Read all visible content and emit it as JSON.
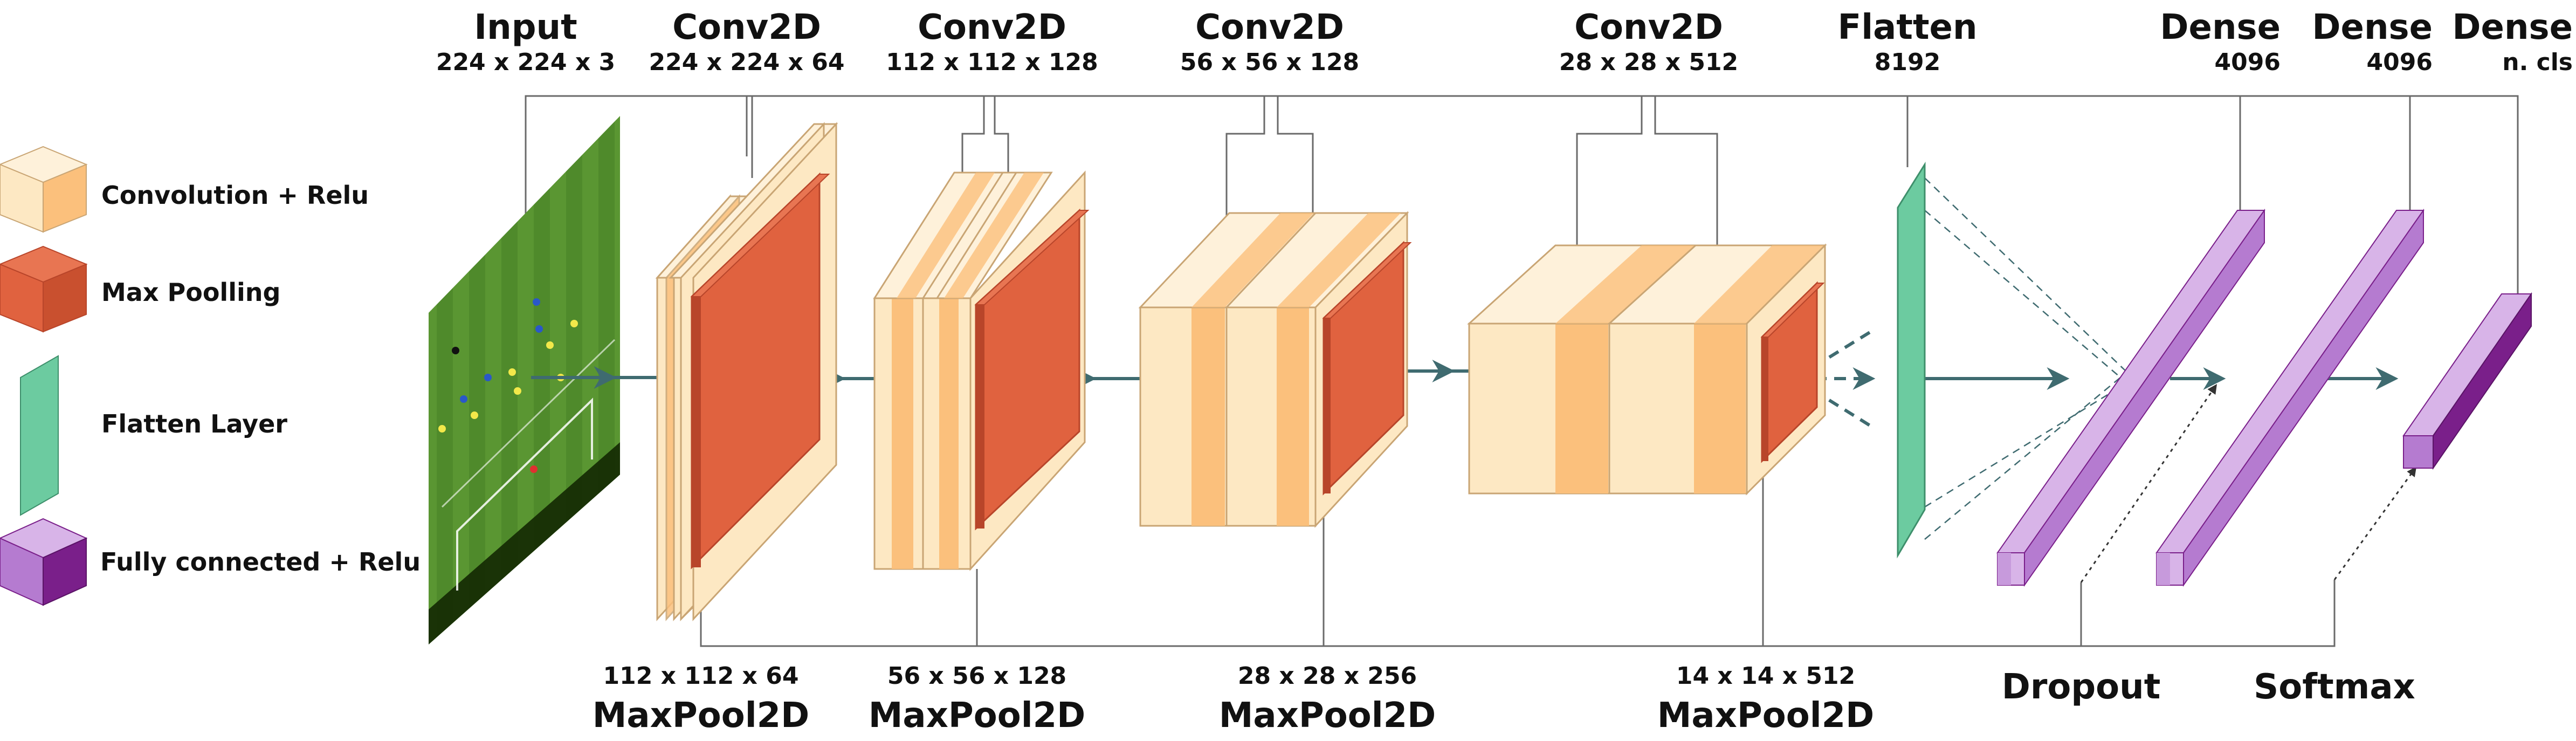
{
  "legend": {
    "items": [
      {
        "label": "Convolution + Relu",
        "icon": "conv-cube-icon"
      },
      {
        "label": "Max Poolling",
        "icon": "maxpool-cube-icon"
      },
      {
        "label": "Flatten Layer",
        "icon": "flatten-layer-icon"
      },
      {
        "label": "Fully connected + Relu",
        "icon": "dense-cube-icon"
      }
    ]
  },
  "top_labels": [
    {
      "title": "Input",
      "size": "224 x 224 x 3"
    },
    {
      "title": "Conv2D",
      "size": "224 x 224 x 64"
    },
    {
      "title": "Conv2D",
      "size": "112 x 112 x 128"
    },
    {
      "title": "Conv2D",
      "size": "56 x 56 x 128"
    },
    {
      "title": "Conv2D",
      "size": "28 x 28 x 512"
    },
    {
      "title": "Flatten",
      "size": "8192"
    },
    {
      "title": "Dense",
      "size": "4096"
    },
    {
      "title": "Dense",
      "size": "4096"
    },
    {
      "title": "Dense",
      "size": "n. cls"
    }
  ],
  "bottom_labels": [
    {
      "title": "MaxPool2D",
      "size": "112 x 112 x 64"
    },
    {
      "title": "MaxPool2D",
      "size": "56 x 56 x 128"
    },
    {
      "title": "MaxPool2D",
      "size": "28 x 28 x 256"
    },
    {
      "title": "MaxPool2D",
      "size": "14 x 14 x 512"
    },
    {
      "title": "Dropout",
      "size": ""
    },
    {
      "title": "Softmax",
      "size": ""
    }
  ],
  "colors": {
    "conv_light": "#fde8c3",
    "conv_band": "#fbc07c",
    "conv_edge": "#c9a574",
    "pool": "#e0623f",
    "pool_dark": "#b8452a",
    "flatten": "#6ccba0",
    "dense_light": "#d8b4e8",
    "dense_mid": "#b57bd0",
    "dense_dark": "#7a1f8a",
    "arrow": "#3f6b70",
    "field_green": "#4f8a2b"
  }
}
